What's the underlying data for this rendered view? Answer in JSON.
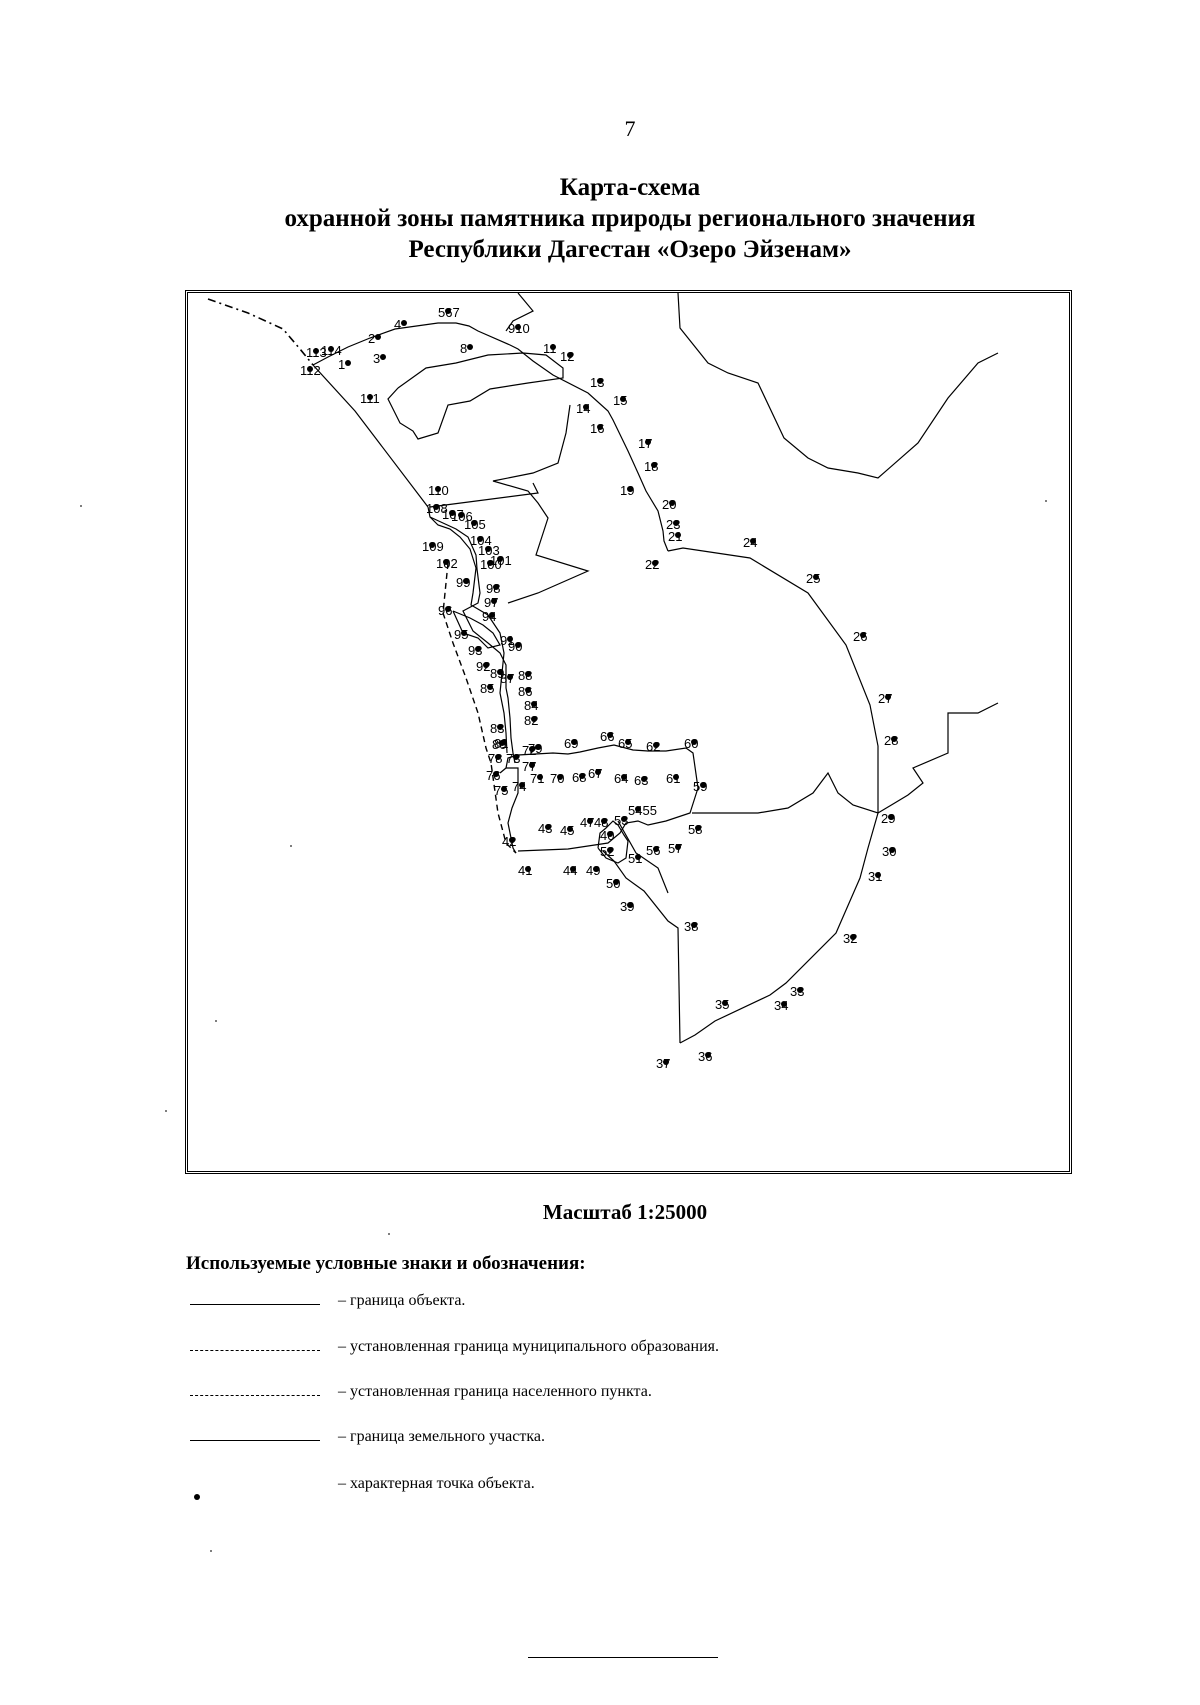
{
  "page_number": "7",
  "title": {
    "line1": "Карта-схема",
    "line2": "охранной зоны памятника природы регионального значения",
    "line3": "Республики Дагестан «Озеро Эйзенам»"
  },
  "scale_text": "Масштаб 1:25000",
  "legend": {
    "title": "Используемые условные знаки и обозначения:",
    "items": [
      {
        "line_style": "solid",
        "label": "– граница объекта."
      },
      {
        "line_style": "dash-dot",
        "label": "– установленная граница муниципального образования."
      },
      {
        "line_style": "dash-dot",
        "label": "– установленная граница населенного пункта."
      },
      {
        "line_style": "solid",
        "label": "– граница земельного участка."
      },
      {
        "line_style": "point",
        "label": "– характерная точка объекта."
      }
    ]
  },
  "map": {
    "line_color": "#000000",
    "point_labels": [
      "1",
      "2",
      "3",
      "4",
      "567",
      "8",
      "910",
      "11",
      "12",
      "13",
      "14",
      "15",
      "16",
      "17",
      "18",
      "19",
      "20",
      "21",
      "22",
      "23",
      "24",
      "25",
      "26",
      "27",
      "28",
      "29",
      "30",
      "31",
      "32",
      "33",
      "34",
      "35",
      "36",
      "37",
      "38",
      "39",
      "40",
      "41",
      "42",
      "43",
      "44",
      "45",
      "47",
      "48",
      "49",
      "50",
      "51",
      "52",
      "53",
      "5455",
      "56",
      "57",
      "58",
      "59",
      "60",
      "61",
      "62",
      "63",
      "64",
      "65",
      "66",
      "67",
      "68",
      "69",
      "70",
      "71",
      "72",
      "73",
      "74",
      "75",
      "76",
      "77",
      "78",
      "79",
      "80",
      "81",
      "82",
      "83",
      "84",
      "85",
      "86",
      "87",
      "88",
      "89",
      "90",
      "91",
      "92",
      "93",
      "94",
      "95",
      "96",
      "97",
      "98",
      "99",
      "100",
      "101",
      "102",
      "103",
      "104",
      "105",
      "106",
      "107",
      "108",
      "109",
      "110",
      "111",
      "112",
      "113",
      "114"
    ]
  }
}
